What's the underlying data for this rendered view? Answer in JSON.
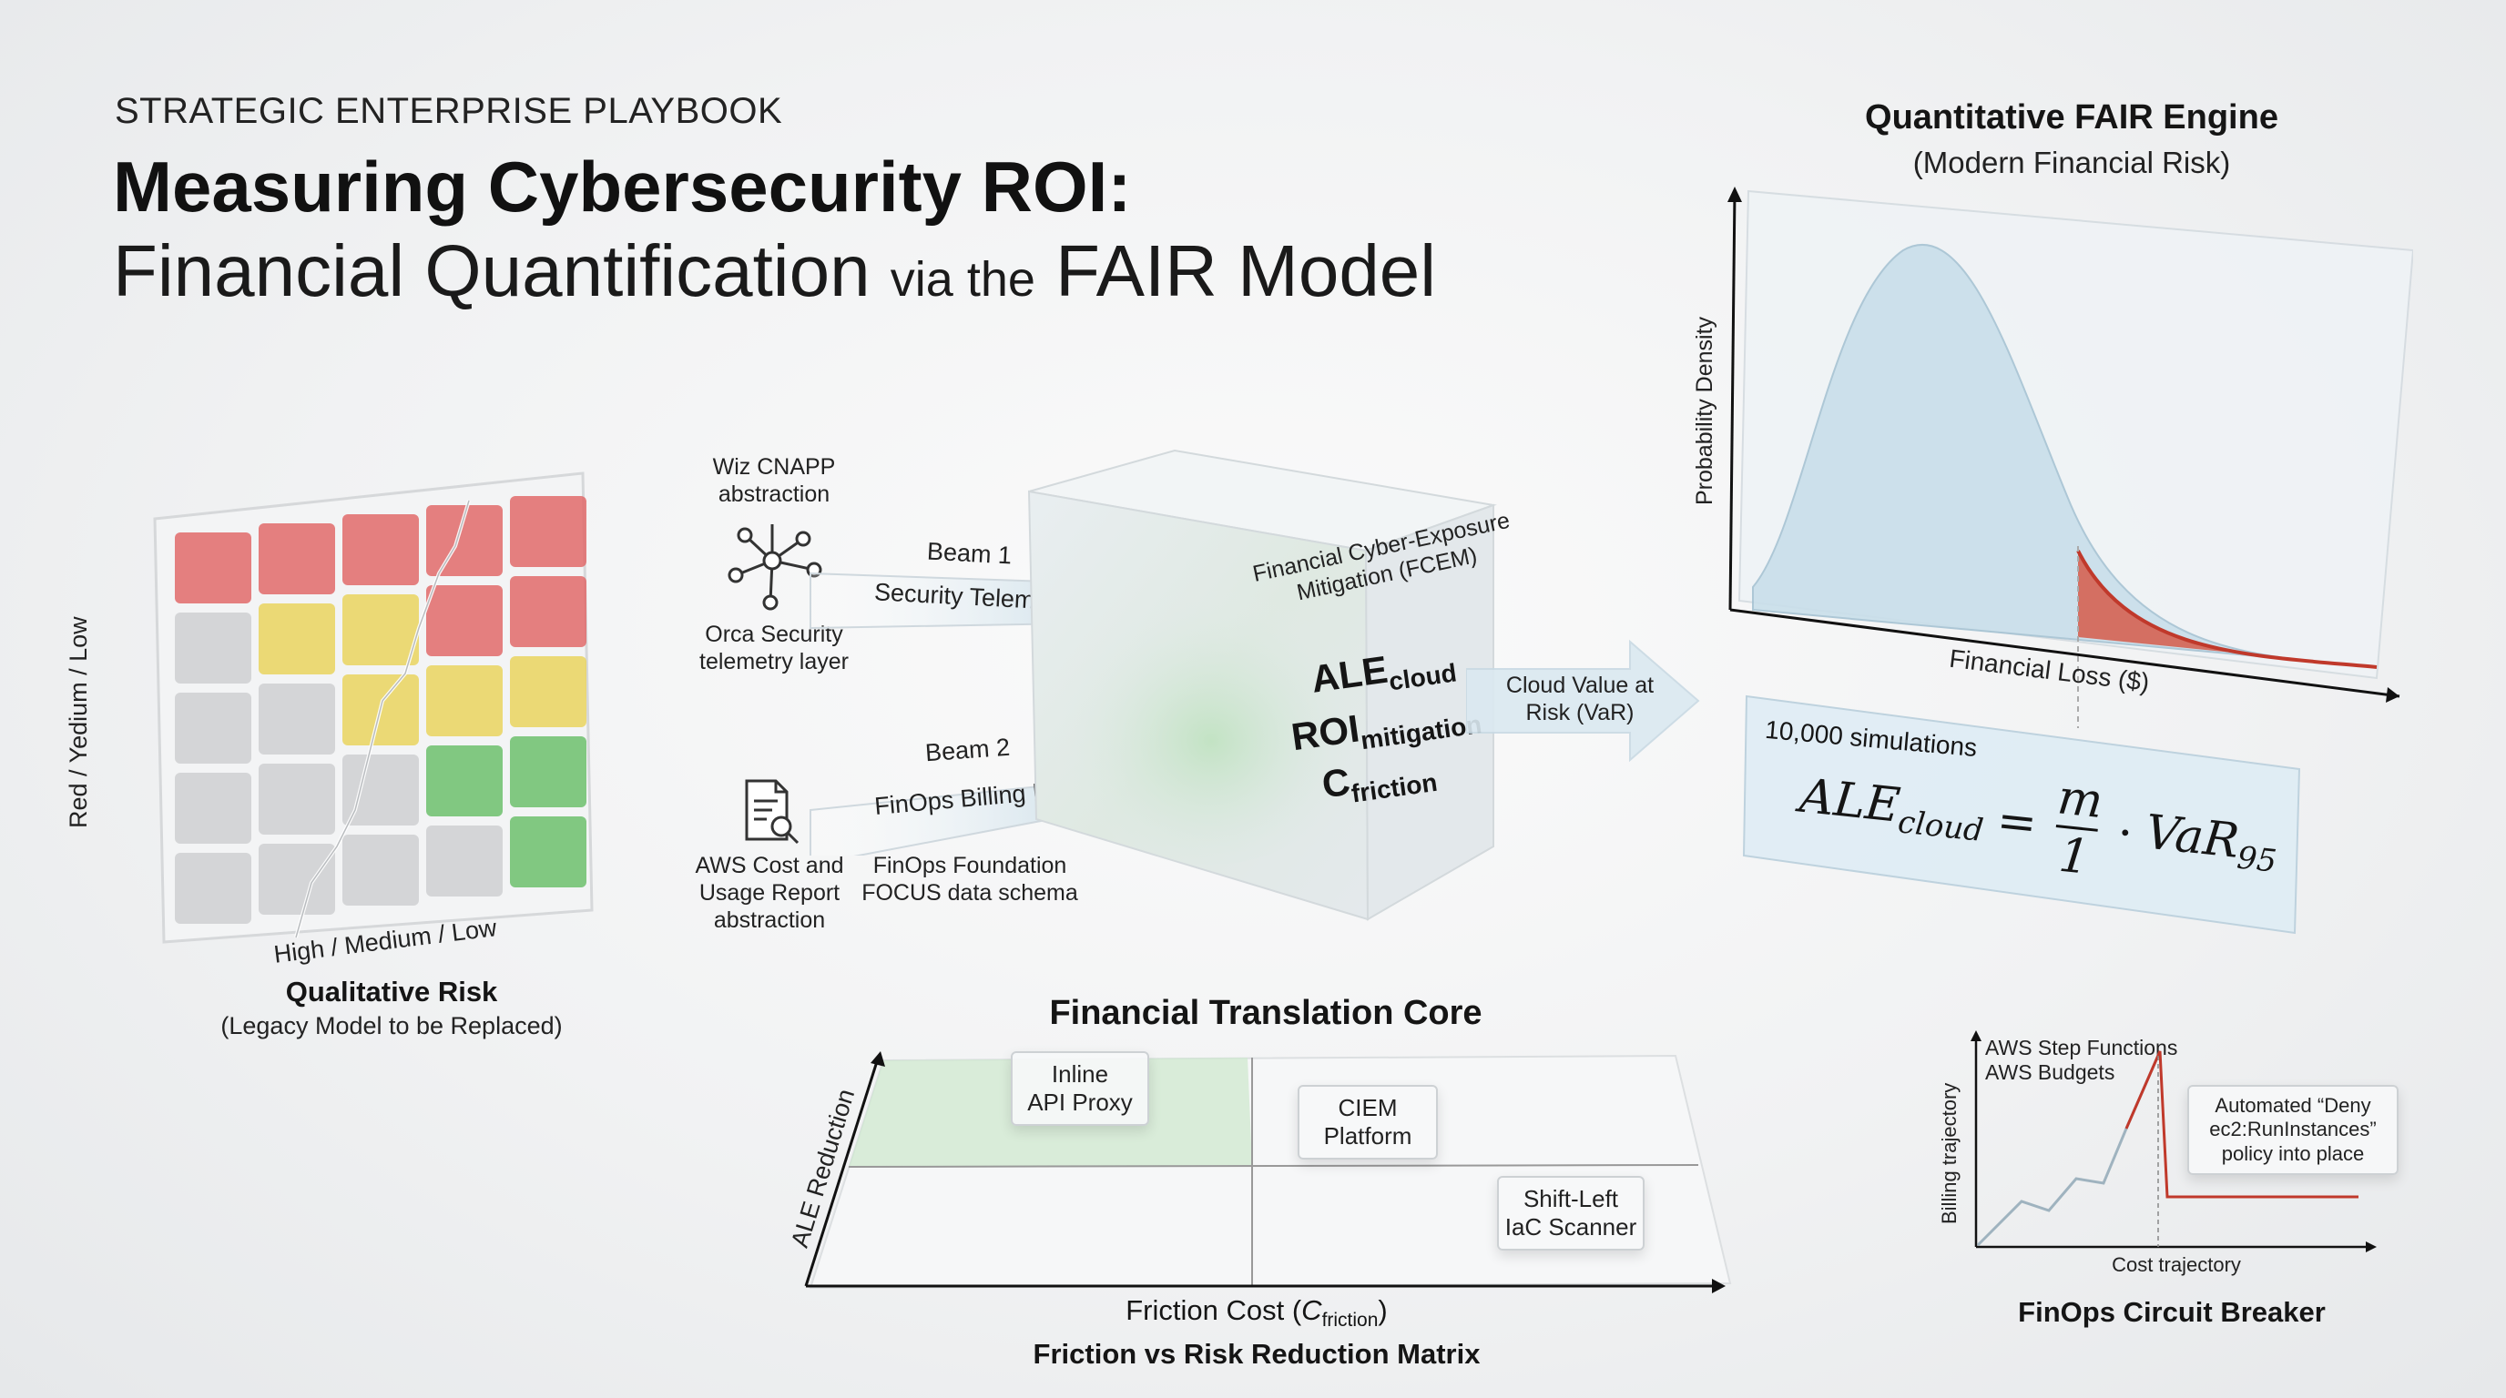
{
  "header": {
    "eyebrow": "STRATEGIC ENTERPRISE PLAYBOOK",
    "title_bold": "Measuring Cybersecurity ROI:",
    "title_part1": "Financial Quantification",
    "title_via": "via the",
    "title_part2": "FAIR Model"
  },
  "qualitative": {
    "y_label": "Red / Yedium / Low",
    "x_label": "High / Medium / Low",
    "title": "Qualitative Risk",
    "subtitle": "(Legacy Model to be Replaced)",
    "colors": {
      "red": "#e06a6a",
      "yellow": "#e9d45e",
      "green": "#6cbf6c",
      "gray": "#c9cbcc"
    }
  },
  "inputs": {
    "wiz_label": "Wiz CNAPP abstraction",
    "orca_label": "Orca Security telemetry layer",
    "aws_label": "AWS Cost and Usage Report abstraction",
    "finops_label": "FinOps Foundation FOCUS data schema",
    "beam1_title": "Beam 1",
    "beam1_label": "Security Telemetry",
    "beam2_title": "Beam 2",
    "beam2_label": "FinOps Billing Data",
    "icons": [
      "network-graph-icon",
      "document-search-icon"
    ]
  },
  "cube": {
    "label": "Financial Cyber-Exposure Mitigation (FCEM)",
    "var1_main": "ALE",
    "var1_sub": "cloud",
    "var2_main": "ROI",
    "var2_sub": "mitigation",
    "var3_main": "C",
    "var3_sub": "friction"
  },
  "output_arrow": {
    "label": "Cloud Value at Risk (VaR)"
  },
  "fair_engine": {
    "title": "Quantitative FAIR Engine",
    "subtitle": "(Modern Financial Risk)",
    "y_label": "Probability Density",
    "x_label": "Financial Loss ($)",
    "simulations": "10,000 simulations",
    "formula_lhs": "ALE",
    "formula_lhs_sub": "cloud",
    "formula_num": "m",
    "formula_den": "1",
    "formula_rhs": "VaR",
    "formula_rhs_sub": "95",
    "curve_color": "#c9dfea",
    "tail_color": "#c0392b"
  },
  "matrix": {
    "section_title": "Financial Translation Core",
    "y_label": "ALE Reduction",
    "x_label_main": "Friction Cost (",
    "x_label_c": "C",
    "x_label_sub": "friction",
    "x_label_close": ")",
    "title": "Friction vs Risk Reduction Matrix",
    "items": [
      {
        "line1": "Inline",
        "line2": "API Proxy"
      },
      {
        "line1": "CIEM",
        "line2": "Platform"
      },
      {
        "line1": "Shift-Left",
        "line2": "IaC Scanner"
      }
    ]
  },
  "circuit_breaker": {
    "legend_line1": "AWS Step Functions",
    "legend_line2": "AWS Budgets",
    "y_label": "Billing trajectory",
    "x_label": "Cost trajectory",
    "callout_line1": "Automated “Deny",
    "callout_line2": "ec2:RunInstances”",
    "callout_line3": "policy into place",
    "title": "FinOps Circuit Breaker",
    "line_color": "#c0392b",
    "base_color": "#9fb3bf"
  }
}
